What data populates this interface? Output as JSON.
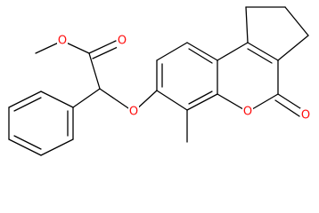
{
  "diagram": {
    "type": "chemical-structure",
    "atom_labels": {
      "ester_carbonyl_o": "O",
      "ester_methoxy_o": "O",
      "ether_o": "O",
      "ring_o": "O",
      "lactone_carbonyl_o": "O"
    },
    "colors": {
      "oxygen": "#ff0d0d",
      "bond": "#000000",
      "background": "#ffffff"
    }
  }
}
